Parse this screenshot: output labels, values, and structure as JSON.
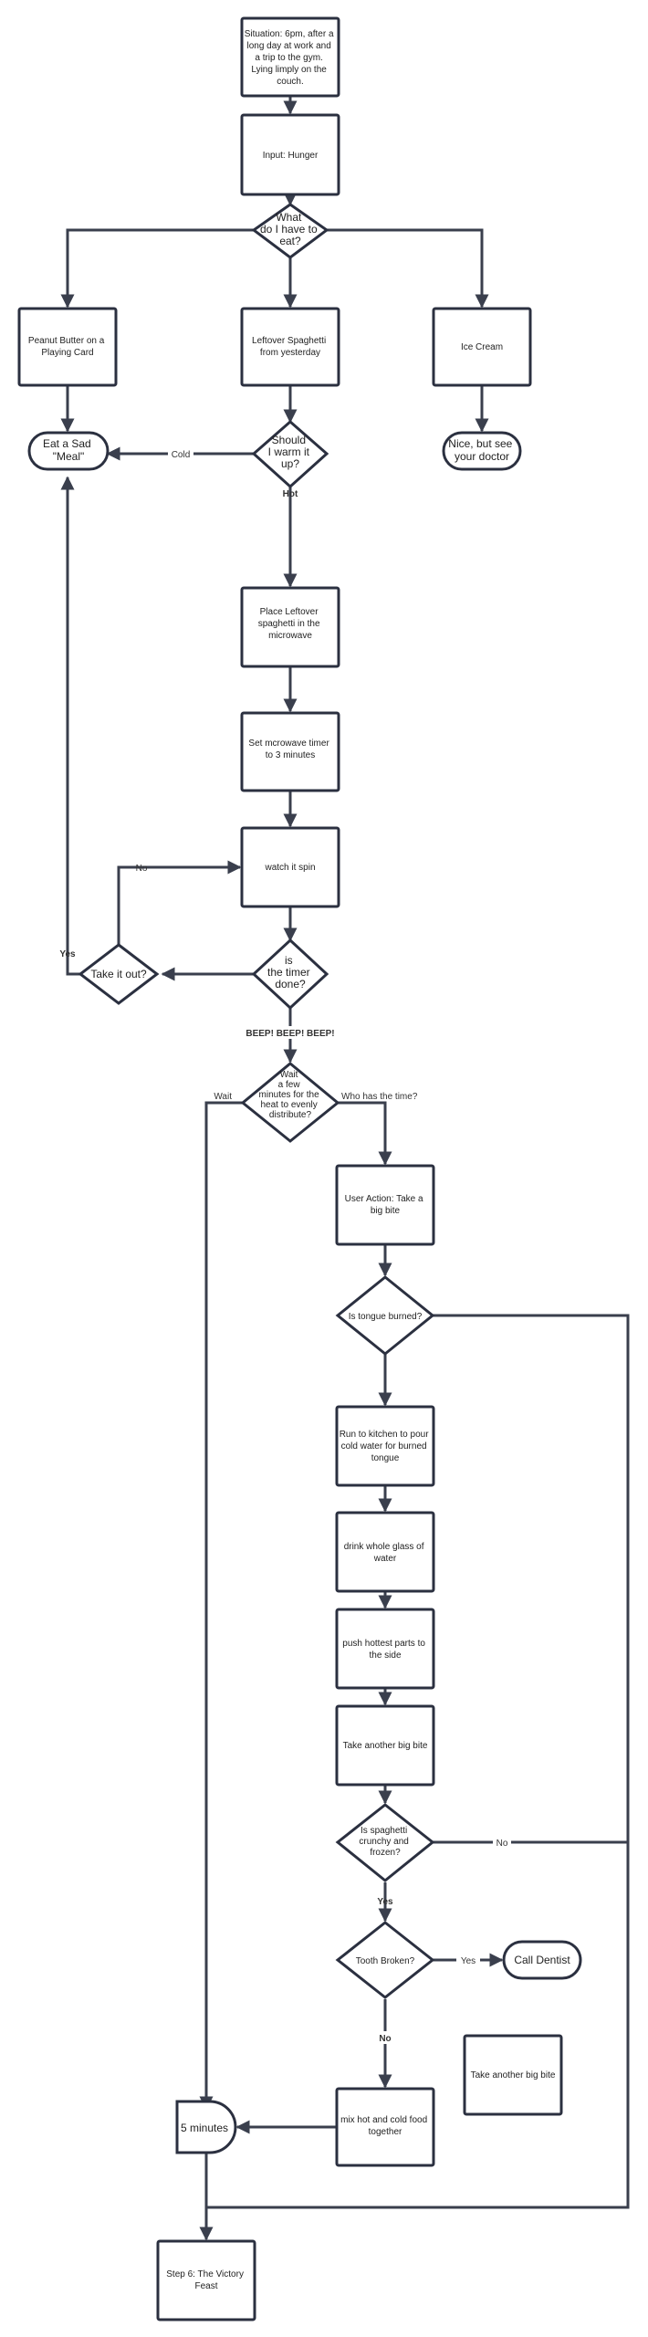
{
  "nodes": {
    "situation": "Situation: 6pm, after a long day at work and a trip to the gym. Lying limply on the couch.",
    "input_hunger": "Input: Hunger",
    "what_eat": "What do I have to eat?",
    "peanut_butter": "Peanut Butter on a Playing Card",
    "leftover_spaghetti": "Leftover Spaghetti from yesterday",
    "ice_cream": "Ice Cream",
    "eat_sad_meal": "Eat a Sad \"Meal\"",
    "should_warm": "Should I warm it up?",
    "nice_doctor": "Nice, but see your doctor",
    "place_microwave": "Place Leftover spaghetti in the microwave",
    "set_timer": "Set mcrowave timer to 3 minutes",
    "watch_spin": "watch it spin",
    "timer_done": "is the timer done?",
    "take_it_out": "Take it out?",
    "wait_minutes": "Wait a few minutes for the heat to evenly distribute?",
    "take_big_bite": "User Action: Take a big bite",
    "tongue_burned": "Is tongue burned?",
    "run_kitchen": "Run to kitchen to pour cold water for burned tongue",
    "drink_water": "drink whole glass of water",
    "push_hottest": "push hottest parts to the side",
    "another_bite_1": "Take another big bite",
    "crunchy_frozen": "Is spaghetti crunchy and frozen?",
    "tooth_broken": "Tooth Broken?",
    "call_dentist": "Call Dentist",
    "another_bite_2": "Take another big bite",
    "mix_food": "mix hot and cold food together",
    "five_minutes": "5 minutes",
    "victory_feast": "Step 6: The Victory Feast"
  },
  "edge_labels": {
    "cold": "Cold",
    "hot": "Hot",
    "no_spin": "No",
    "yes_sad": "Yes",
    "beep": "BEEP!  BEEP!  BEEP!",
    "wait": "Wait",
    "who_has_time": "Who has the time?",
    "no_crunchy": "No",
    "yes_tooth": "Yes",
    "yes_dentist": "Yes",
    "no_mix": "No"
  }
}
